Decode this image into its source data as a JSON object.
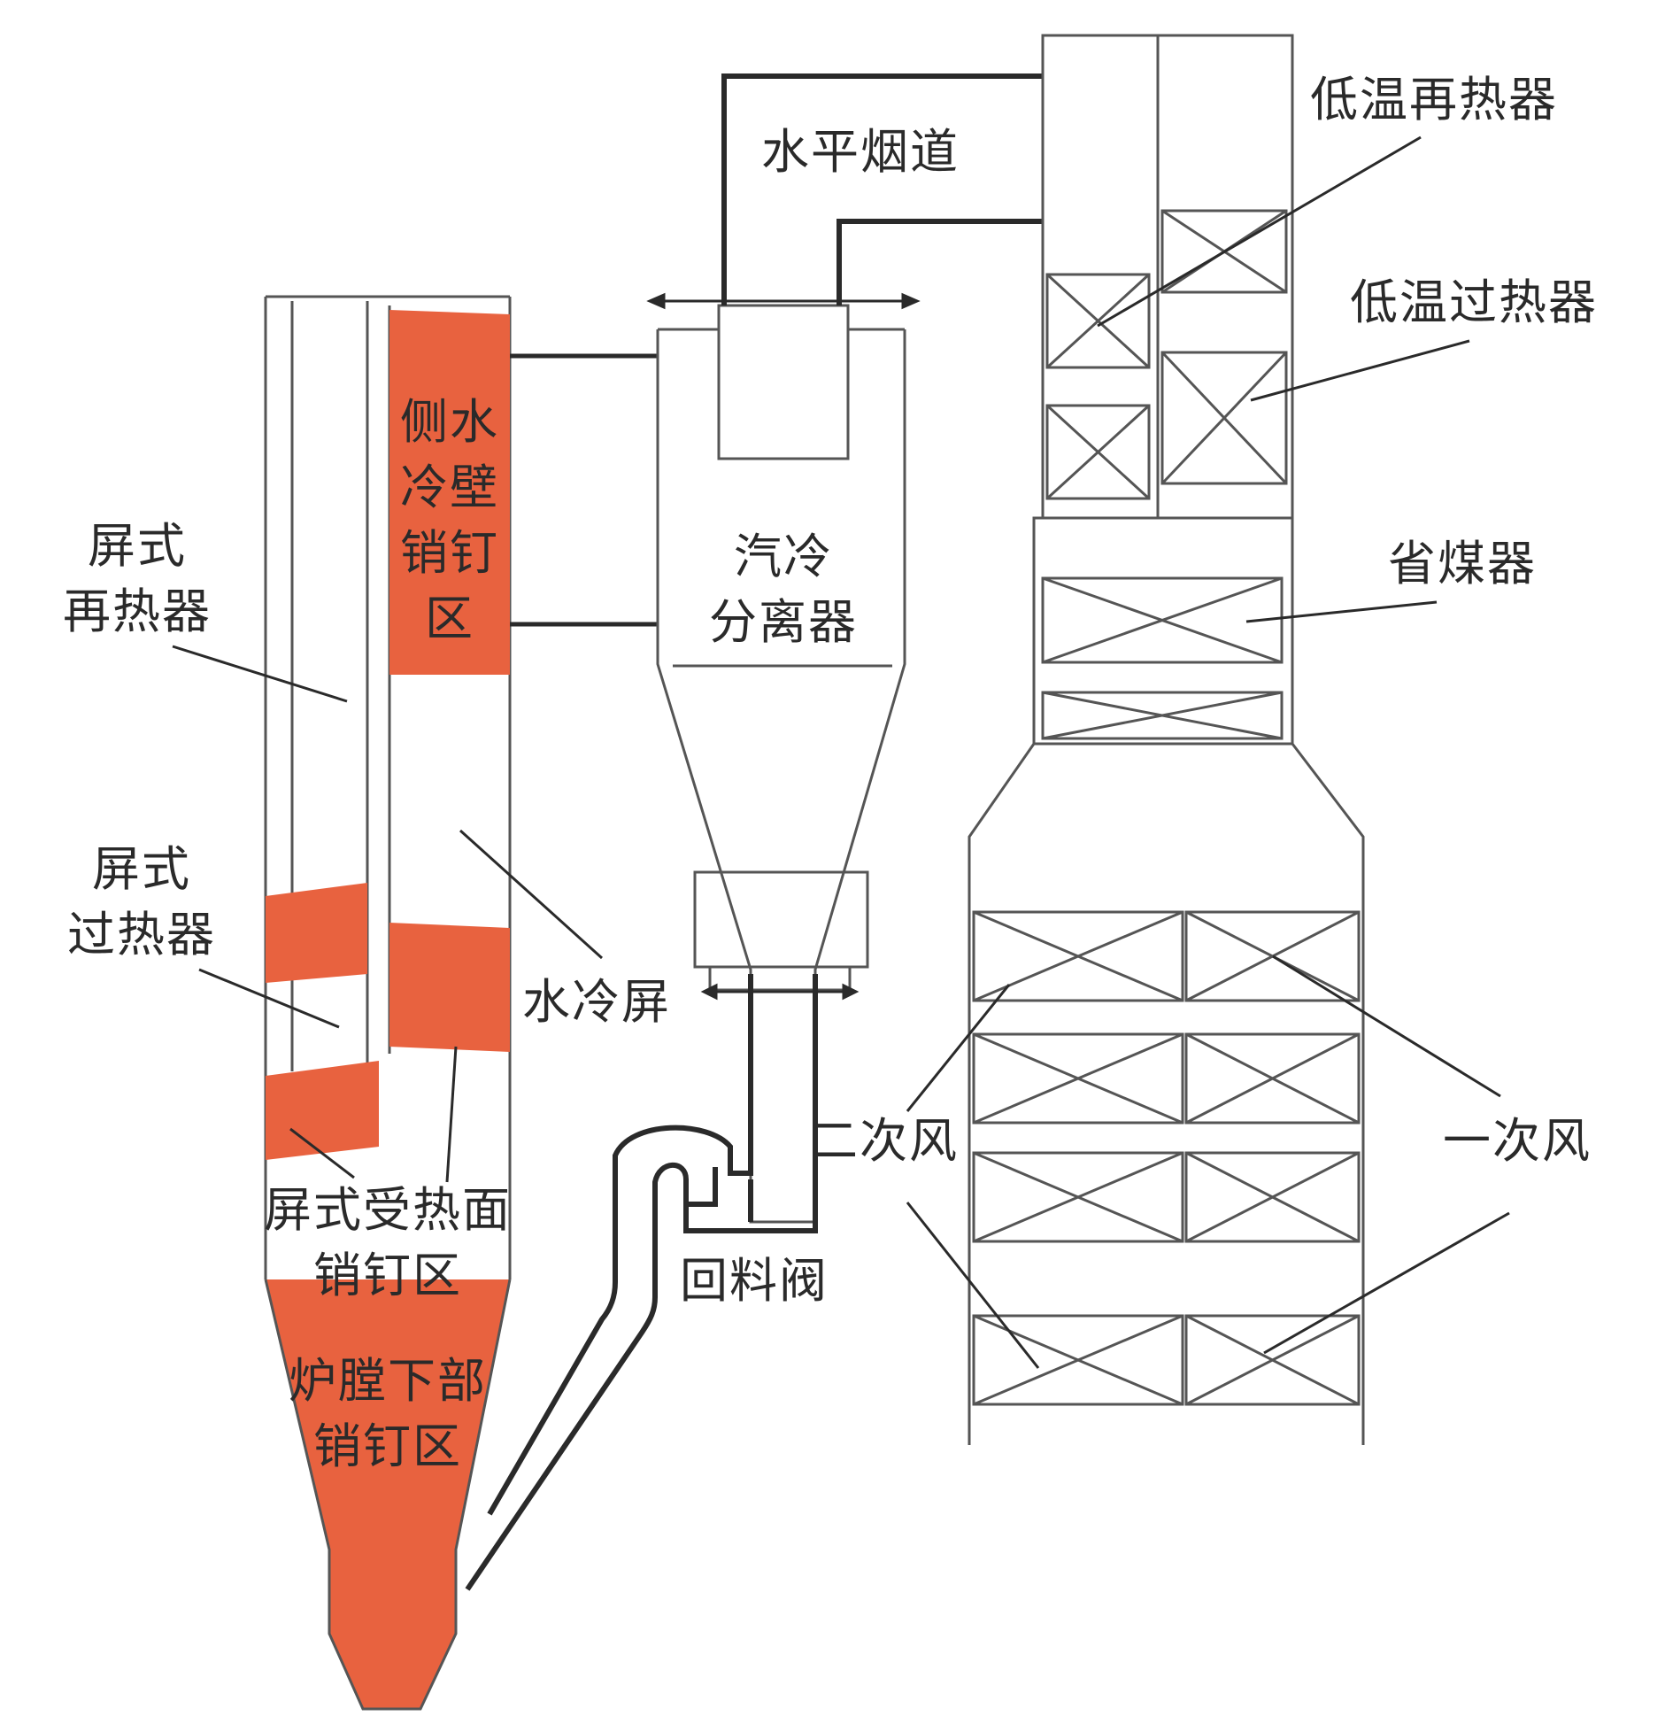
{
  "colors": {
    "pin_zone": "#e8623f",
    "outline": "#555555",
    "duct": "#2a2a2a",
    "background": "#ffffff",
    "text": "#2a2a2a"
  },
  "labels": {
    "horizontal_flue": "水平烟道",
    "low_temp_reheater": "低温再热器",
    "low_temp_superheater": "低温过热器",
    "economizer": "省煤器",
    "side_waterwall_pin_zone": [
      "侧水",
      "冷壁",
      "销钉",
      "区"
    ],
    "screen_reheater": [
      "屏式",
      "再热器"
    ],
    "steam_cooled_separator": [
      "汽冷",
      "分离器"
    ],
    "screen_superheater": [
      "屏式",
      "过热器"
    ],
    "water_cooled_screen": "水冷屏",
    "secondary_air": "二次风",
    "primary_air": "一次风",
    "screen_surface_pin_zone": [
      "屏式受热面",
      "销钉区"
    ],
    "loop_seal": "回料阀",
    "lower_furnace_pin_zone": [
      "炉膛下部",
      "销钉区"
    ]
  }
}
